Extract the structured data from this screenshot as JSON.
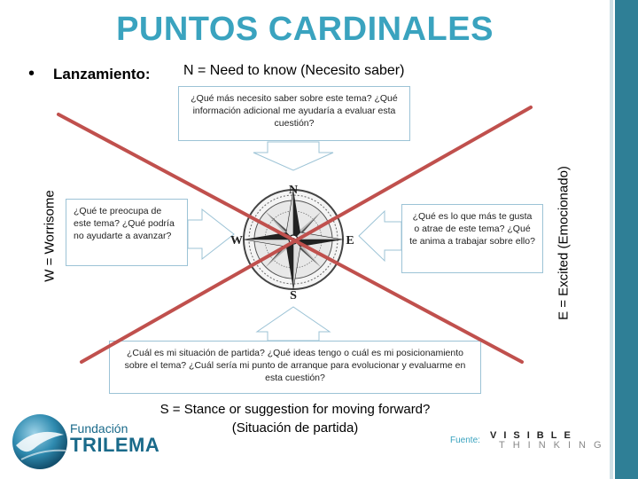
{
  "title": "PUNTOS CARDINALES",
  "bullet": {
    "symbol": "•",
    "label": "Lanzamiento:"
  },
  "directions": {
    "north": "N = Need to know (Necesito saber)",
    "south": "S = Stance or suggestion for moving forward? (Situación de partida)",
    "west": "W = Worrisome",
    "east": "E = Excited (Emocionado)"
  },
  "boxes": {
    "north": "¿Qué más necesito saber sobre este tema? ¿Qué información adicional me ayudaría a evaluar esta cuestión?",
    "west": "¿Qué te preocupa de este tema? ¿Qué podría no ayudarte a avanzar?",
    "east": "¿Qué es lo que más te gusta o atrae de este tema? ¿Qué te anima a trabajar sobre ello?",
    "south": "¿Cuál es mi situación de partida? ¿Qué ideas tengo o cuál es mi posicionamiento sobre el tema? ¿Cuál sería mi punto de arranque para evolucionar y evaluarme en esta cuestión?"
  },
  "compass": {
    "n": "N",
    "s": "S",
    "e": "E",
    "w": "W"
  },
  "logo": {
    "small": "Fundación",
    "big": "TRILEMA"
  },
  "footer": {
    "fuente": "Fuente:",
    "brand_top": "VISIBLE",
    "brand_bottom": "THINKING"
  },
  "colors": {
    "title": "#3aa3bf",
    "cross_lines": "#c0504d",
    "side_bar": "#2f7f96",
    "box_border": "#9cc3d6"
  }
}
